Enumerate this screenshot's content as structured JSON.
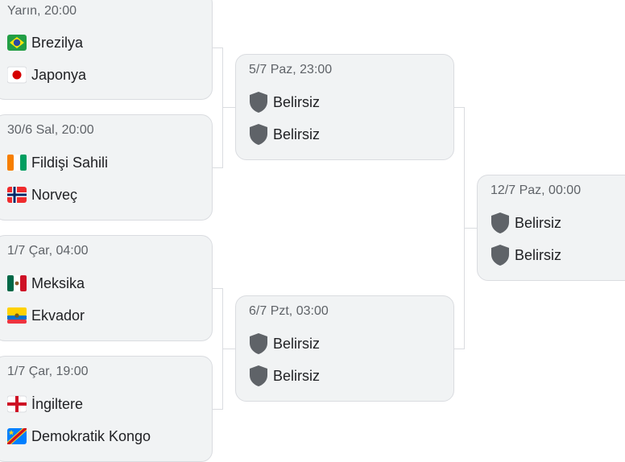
{
  "round_of_16": [
    {
      "time": "Yarın, 20:00",
      "team1": {
        "name": "Brezilya",
        "flag": "brazil-flag"
      },
      "team2": {
        "name": "Japonya",
        "flag": "japan-flag"
      }
    },
    {
      "time": "30/6 Sal, 20:00",
      "team1": {
        "name": "Fildişi Sahili",
        "flag": "ivory-coast-flag"
      },
      "team2": {
        "name": "Norveç",
        "flag": "norway-flag"
      }
    },
    {
      "time": "1/7 Çar, 04:00",
      "team1": {
        "name": "Meksika",
        "flag": "mexico-flag"
      },
      "team2": {
        "name": "Ekvador",
        "flag": "ecuador-flag"
      }
    },
    {
      "time": "1/7 Çar, 19:00",
      "team1": {
        "name": "İngiltere",
        "flag": "england-flag"
      },
      "team2": {
        "name": "Demokratik Kongo",
        "flag": "dr-congo-flag"
      }
    }
  ],
  "quarter_finals": [
    {
      "time": "5/7 Paz, 23:00",
      "team1": {
        "name": "Belirsiz",
        "flag": "shield-icon"
      },
      "team2": {
        "name": "Belirsiz",
        "flag": "shield-icon"
      }
    },
    {
      "time": "6/7 Pzt, 03:00",
      "team1": {
        "name": "Belirsiz",
        "flag": "shield-icon"
      },
      "team2": {
        "name": "Belirsiz",
        "flag": "shield-icon"
      }
    }
  ],
  "semi_final": {
    "time": "12/7 Paz, 00:00",
    "team1": {
      "name": "Belirsiz",
      "flag": "shield-icon"
    },
    "team2": {
      "name": "Belirsiz",
      "flag": "shield-icon"
    }
  },
  "colors": {
    "card_bg": "#f1f3f4",
    "card_border": "#dadce0",
    "time_text": "#5f6368",
    "team_text": "#202124",
    "shield": "#5f6368"
  }
}
